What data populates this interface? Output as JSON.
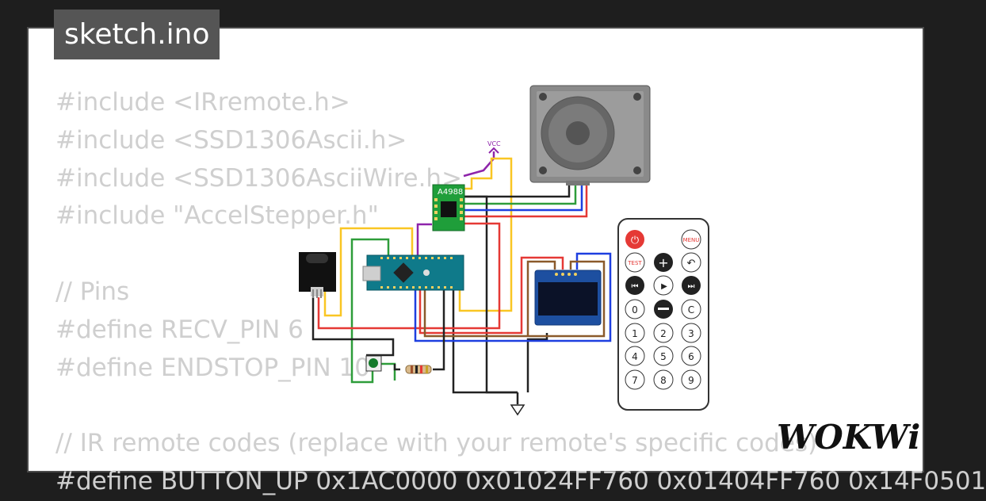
{
  "title": "sketch.ino",
  "code_lines": [
    "#include <IRremote.h>",
    "#include <SSD1306Ascii.h>",
    "#include <SSD1306AsciiWire.h>",
    "#include \"AccelStepper.h\"",
    "",
    "// Pins",
    "#define RECV_PIN 6",
    "#define ENDSTOP_PIN 10",
    "",
    "// IR remote codes (replace with your remote's specific codes)",
    "#define BUTTON_UP 0x1AC0000 0x01024FF760 0x01404FF760 0x14F0501"
  ],
  "diagram": {
    "driver_label": "A4988",
    "vcc_label": "VCC",
    "remote": {
      "top_left_icon": "power-icon",
      "menu_label": "MENU",
      "test_label": "TEST",
      "plus_icon": "plus-icon",
      "back_icon": "back-arrow-icon",
      "prev_icon": "rewind-icon",
      "play_icon": "play-icon",
      "next_icon": "fast-forward-icon",
      "zero_label": "0",
      "minus_icon": "minus-icon",
      "clear_label": "C",
      "digits": [
        "1",
        "2",
        "3",
        "4",
        "5",
        "6",
        "7",
        "8",
        "9"
      ]
    }
  },
  "brand": "WOKWi",
  "colors": {
    "background": "#1e1e1e",
    "frame": "#ffffff",
    "code_text": "#cfcfcf",
    "title_bg": "#555555",
    "wire_red": "#e53935",
    "wire_yellow": "#f9c623",
    "wire_green": "#2e9d3a",
    "wire_blue": "#1e3fe0",
    "wire_brown": "#8b5a2b",
    "wire_purple": "#8e24aa",
    "board_blue": "#0f7a8a",
    "driver_green": "#1f9e3a"
  }
}
